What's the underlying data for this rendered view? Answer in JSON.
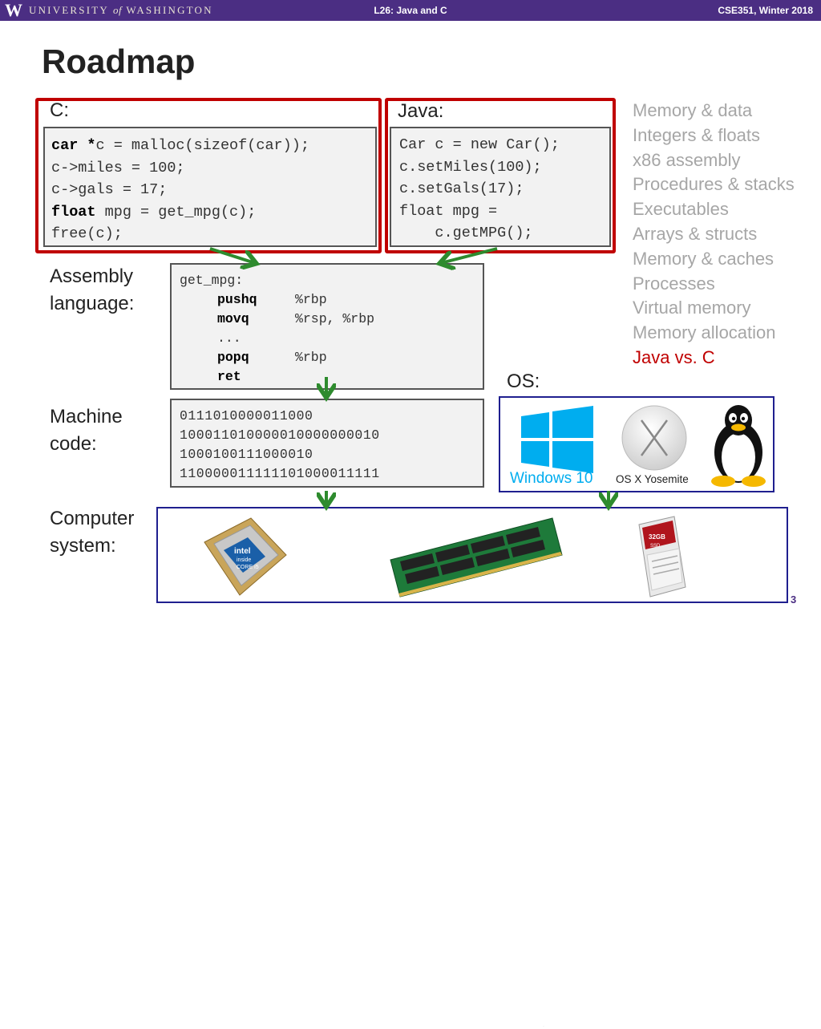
{
  "header": {
    "logo_letter": "W",
    "university_pre": "UNIVERSITY",
    "university_of": "of",
    "university_post": "WASHINGTON",
    "lecture": "L26: Java and C",
    "course": "CSE351, Winter 2018"
  },
  "title": "Roadmap",
  "labels": {
    "c": "C:",
    "java": "Java:",
    "assembly_line1": "Assembly",
    "assembly_line2": "language:",
    "machine_line1": "Machine",
    "machine_line2": "code:",
    "os": "OS:",
    "computer_line1": "Computer",
    "computer_line2": "system:"
  },
  "c_code": {
    "l1_kw": "car *",
    "l1_rest": "c = malloc(sizeof(car));",
    "l2": "c->miles = 100;",
    "l3": "c->gals = 17;",
    "l4_kw": "float",
    "l4_rest": " mpg = get_mpg(c);",
    "l5": "free(c);"
  },
  "java_code": [
    "Car c = new Car();",
    "c.setMiles(100);",
    "c.setGals(17);",
    "float mpg =",
    "    c.getMPG();"
  ],
  "assembly": {
    "label": "get_mpg:",
    "rows": [
      {
        "op": "pushq",
        "args": "%rbp"
      },
      {
        "op": "movq",
        "args": "%rsp, %rbp"
      },
      {
        "op": "...",
        "args": ""
      },
      {
        "op": "popq",
        "args": "%rbp"
      },
      {
        "op": "ret",
        "args": ""
      }
    ]
  },
  "machine_code": [
    "0111010000011000",
    "100011010000010000000010",
    "1000100111000010",
    "110000011111101000011111"
  ],
  "os_logos": {
    "windows": "Windows 10",
    "osx": "OS X Yosemite"
  },
  "hardware": {
    "cpu_brand": "intel",
    "cpu_sub": "inside",
    "cpu_model": "CORE i5",
    "ssd_size": "32GB",
    "ssd_label": "SSD"
  },
  "roadmap": [
    "Memory & data",
    "Integers & floats",
    "x86 assembly",
    "Procedures & stacks",
    "Executables",
    "Arrays & structs",
    "Memory & caches",
    "Processes",
    "Virtual memory",
    "Memory allocation",
    "Java vs. C"
  ],
  "roadmap_current_index": 10,
  "colors": {
    "uw_purple": "#4b2e83",
    "highlight_red": "#c00000",
    "arrow_green": "#2e8b2e",
    "dim_gray": "#a6a6a6"
  },
  "page_number": "3"
}
